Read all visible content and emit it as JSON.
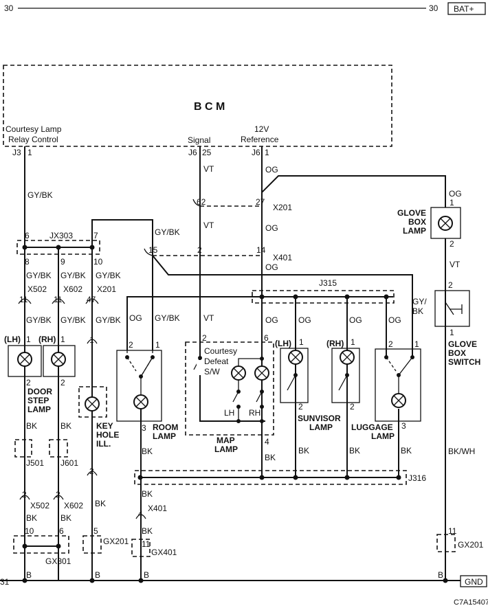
{
  "header": {
    "left_num": "30",
    "right_num": "30",
    "bat_label": "BAT+"
  },
  "footer": {
    "left_num": "31",
    "gnd_label": "GND",
    "code": "C7A15407",
    "b": "B"
  },
  "bcm": {
    "title": "B C M",
    "relay1": "Courtesy Lamp",
    "relay2": "Relay Control",
    "j3": "J3",
    "j3pin": "1",
    "signal": "Signal",
    "j6a": "J6",
    "j6apin": "25",
    "ref1": "12V",
    "ref2": "Reference",
    "j6b": "J6",
    "j6bpin": "1"
  },
  "wires": {
    "gybk": "GY/BK",
    "vt": "VT",
    "og": "OG",
    "bk": "BK",
    "bkwh": "BK/WH",
    "gy": "GY/",
    "bk2": "BK"
  },
  "connectors": {
    "x201": "X201",
    "x401": "X401",
    "x502": "X502",
    "x602": "X602",
    "jx303": "JX303",
    "j315": "J315",
    "j316": "J316",
    "j501": "J501",
    "j601": "J601",
    "gx301": "GX301",
    "gx201": "GX201",
    "gx401": "GX401"
  },
  "pins": {
    "p1": "1",
    "p2": "2",
    "p3": "3",
    "p4": "4",
    "p5": "5",
    "p6": "6",
    "p7": "7",
    "p8": "8",
    "p9": "9",
    "p10": "10",
    "p11": "11",
    "p14": "14",
    "p15": "15",
    "p25": "25",
    "p27": "27",
    "p47": "47",
    "p62": "62"
  },
  "components": {
    "glove_lamp": [
      "GLOVE",
      "BOX",
      "LAMP"
    ],
    "glove_switch": [
      "GLOVE",
      "BOX",
      "SWITCH"
    ],
    "door_step": [
      "DOOR",
      "STEP",
      "LAMP"
    ],
    "key_hole": [
      "KEY",
      "HOLE",
      "ILL."
    ],
    "room_lamp": [
      "ROOM",
      "LAMP"
    ],
    "map_lamp": [
      "MAP",
      "LAMP"
    ],
    "sunvisor": [
      "SUNVISOR",
      "LAMP"
    ],
    "luggage": [
      "LUGGAGE",
      "LAMP"
    ],
    "courtesy_defeat": [
      "Courtesy",
      "Defeat",
      "S/W"
    ],
    "lh": "(LH)",
    "rh": "(RH)",
    "lh_plain": "LH",
    "rh_plain": "RH"
  }
}
